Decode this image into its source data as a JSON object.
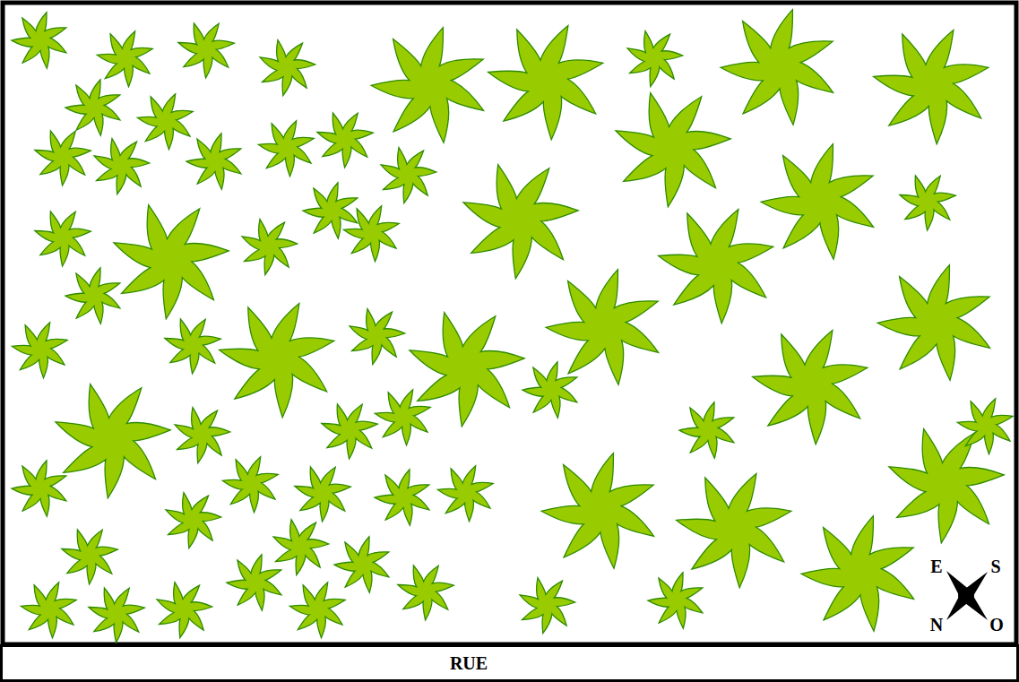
{
  "diagram": {
    "nodes": [
      {
        "text": [
          "RUE"
        ]
      }
    ],
    "labels": [
      "E",
      "S",
      "N",
      "O"
    ]
  }
}
